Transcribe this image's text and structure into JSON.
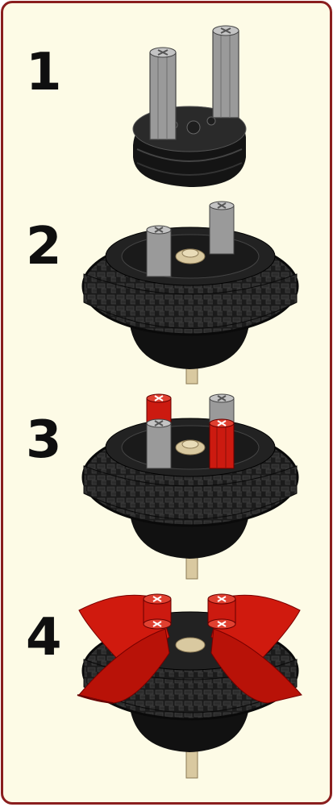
{
  "steps": [
    {
      "number": "1"
    },
    {
      "number": "2"
    },
    {
      "number": "3"
    },
    {
      "number": "4"
    }
  ],
  "colors": {
    "frame_border": "#8a1e1e",
    "panel_bg": "#fdfbe6",
    "axle_gray": "#9a9a9a",
    "axle_red": "#cc1a10",
    "wheel_black": "#1a1a1a",
    "tan_bushing": "#d9c9a0"
  },
  "icons": [
    "axle-icon",
    "gear-wheel-icon",
    "red-axle-icon",
    "red-wing-icon"
  ]
}
